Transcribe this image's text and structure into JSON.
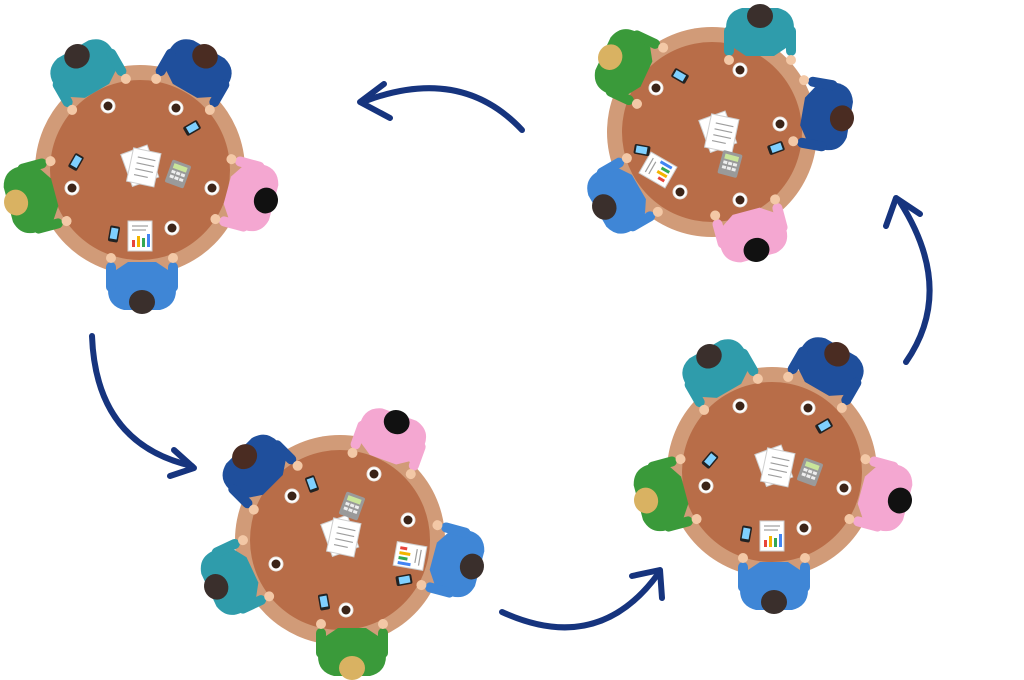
{
  "colors": {
    "table_rim": "#d19b78",
    "table_top": "#b86d48",
    "arrow": "#16347e",
    "teal_shirt": "#2f9cab",
    "navy_shirt": "#1f4f9c",
    "green_shirt": "#3a9a3a",
    "pink_shirt": "#f4a7d1",
    "blue_shirt": "#3f86d6"
  },
  "icons": [
    "coffee-cup-icon",
    "smartphone-icon",
    "document-icon",
    "calculator-icon",
    "bar-chart-report-icon"
  ],
  "scenes": [
    {
      "name": "round-table-1",
      "people": [
        "teal",
        "navy",
        "pink",
        "blue",
        "green"
      ]
    },
    {
      "name": "round-table-2",
      "people": [
        "navy",
        "pink",
        "blue",
        "green",
        "teal"
      ]
    },
    {
      "name": "round-table-3",
      "people": [
        "teal",
        "navy",
        "pink",
        "blue",
        "green"
      ]
    },
    {
      "name": "round-table-4",
      "people": [
        "teal",
        "navy",
        "pink",
        "blue",
        "green"
      ]
    }
  ],
  "flow": [
    "round-table-1",
    "round-table-2",
    "round-table-3",
    "round-table-4",
    "round-table-1"
  ]
}
